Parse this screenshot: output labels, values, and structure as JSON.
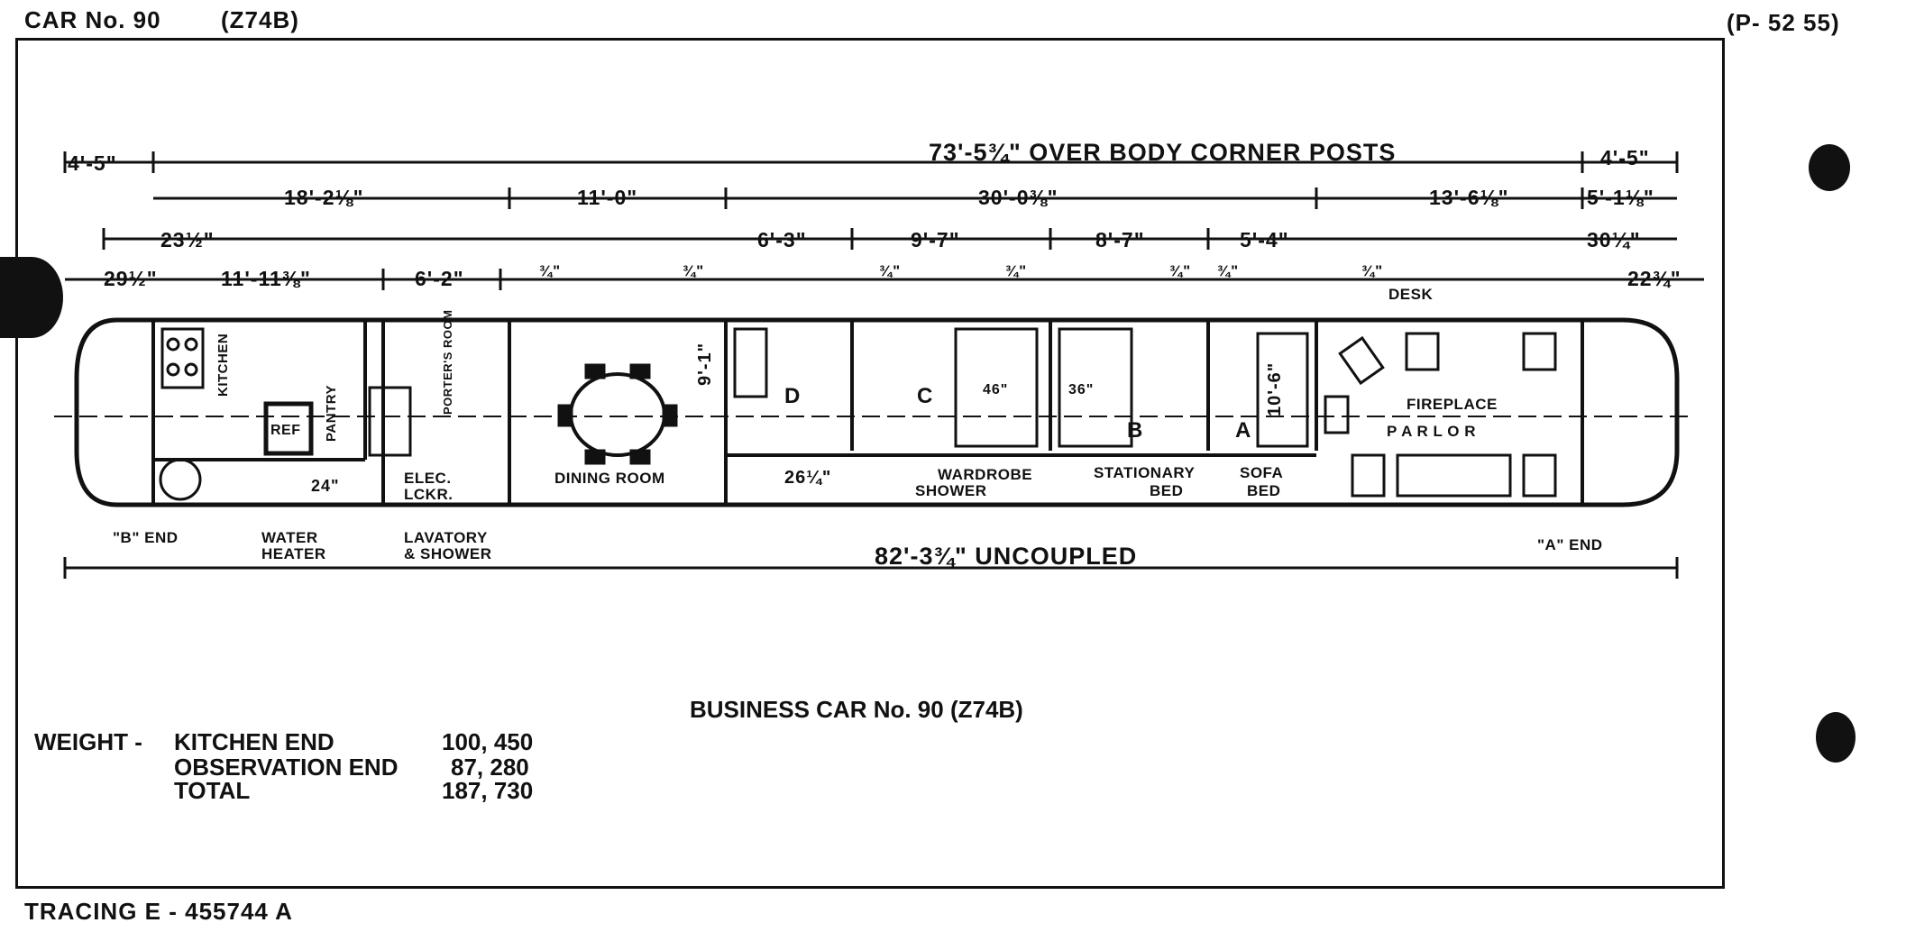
{
  "header": {
    "car_no": "CAR No. 90",
    "code": "(Z74B)",
    "page_ref": "(P- 52 55)"
  },
  "dimensions": {
    "over_body": "73'-5¾\" OVER BODY CORNER POSTS",
    "uncoupled": "82'-3¾\"  UNCOUPLED",
    "left_end": "4'-5\"",
    "right_end": "4'-5\"",
    "row2": [
      "18'-2⅛\"",
      "11'-0\"",
      "30'-0⅜\"",
      "13'-6⅛\"",
      "5'-1⅛\""
    ],
    "row3": [
      "23½\"",
      "6'-3\"",
      "9'-7\"",
      "8'-7\"",
      "5'-4\"",
      "30¼\""
    ],
    "row4": [
      "29½\"",
      "11'-11⅜\"",
      "6'-2\"",
      "¾\"",
      "¾\"",
      "¾\"",
      "¾\"",
      "¾\"",
      "¾\"",
      "¾\"",
      "22¾\""
    ],
    "width": "9'-1\"",
    "sofa_bed_dim": "10'-6\"",
    "d26": "26¼\"",
    "d24": "24\"",
    "d46": "46\"",
    "d36": "36\""
  },
  "rooms": {
    "kitchen": "KITCHEN",
    "pantry": "PANTRY",
    "ref": "REF",
    "porters_room": "PORTER'S ROOM",
    "dining_room": "DINING ROOM",
    "d": "D",
    "c": "C",
    "b": "B",
    "a": "A",
    "desk": "DESK",
    "fireplace": "FIREPLACE",
    "parlor": "P A R L O R"
  },
  "callouts": {
    "b_end": "\"B\" END",
    "a_end": "\"A\" END",
    "water_heater_1": "WATER",
    "water_heater_2": "HEATER",
    "elec_1": "ELEC.",
    "elec_2": "LCKR.",
    "lavatory_1": "LAVATORY",
    "lavatory_2": "& SHOWER",
    "wardrobe": "WARDROBE",
    "shower": "SHOWER",
    "stationary_1": "STATIONARY",
    "stationary_2": "BED",
    "sofa_1": "SOFA",
    "sofa_2": "BED"
  },
  "title": "BUSINESS CAR No. 90    (Z74B)",
  "weight": {
    "label": "WEIGHT -",
    "rows": [
      {
        "name": "KITCHEN END",
        "value": "100, 450"
      },
      {
        "name": "OBSERVATION END",
        "value": "87, 280"
      },
      {
        "name": "TOTAL",
        "value": "187, 730"
      }
    ]
  },
  "tracing": "TRACING E - 455744 A"
}
